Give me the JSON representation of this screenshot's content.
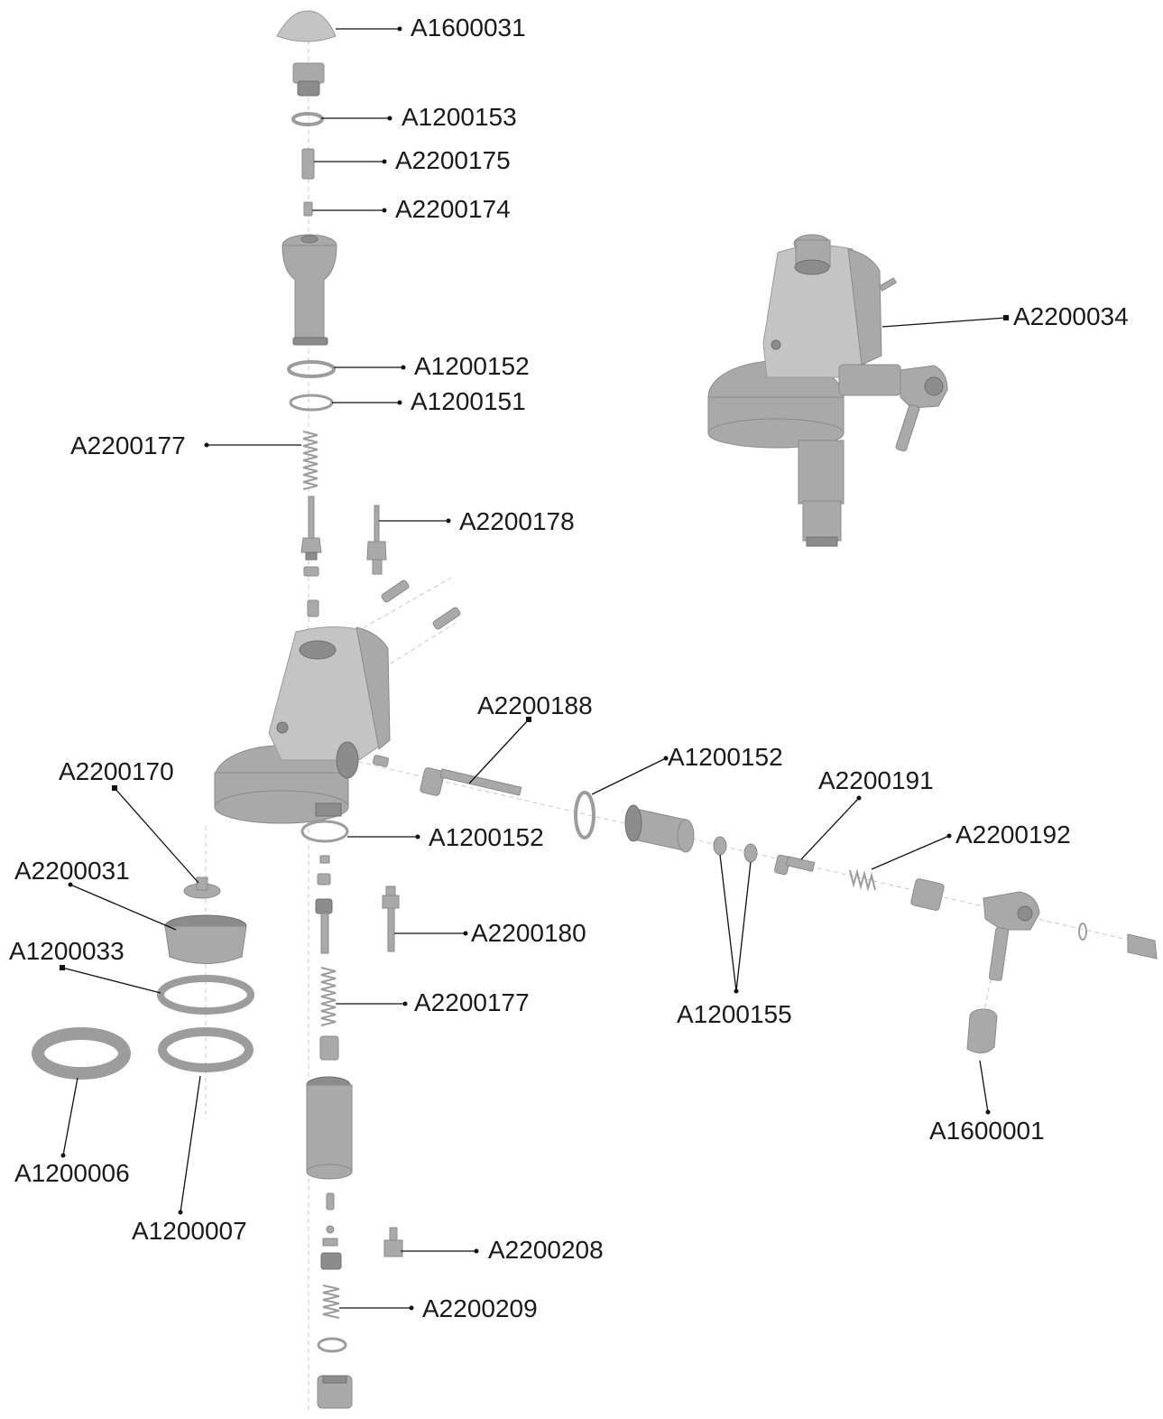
{
  "diagram": {
    "labels": {
      "a1600031": "A1600031",
      "a1200153": "A1200153",
      "a2200175": "A2200175",
      "a2200174": "A2200174",
      "a1200152_top": "A1200152",
      "a1200151": "A1200151",
      "a2200177_top": "A2200177",
      "a2200178": "A2200178",
      "a2200034": "A2200034",
      "a2200188": "A2200188",
      "a1200152_side": "A1200152",
      "a2200191": "A2200191",
      "a2200192": "A2200192",
      "a2200170": "A2200170",
      "a2200031": "A2200031",
      "a1200033": "A1200033",
      "a1200152_bottom": "A1200152",
      "a2200180": "A2200180",
      "a2200177_bottom": "A2200177",
      "a1200155": "A1200155",
      "a1600001": "A1600001",
      "a1200006": "A1200006",
      "a1200007": "A1200007",
      "a2200208": "A2200208",
      "a2200209": "A2200209"
    }
  }
}
